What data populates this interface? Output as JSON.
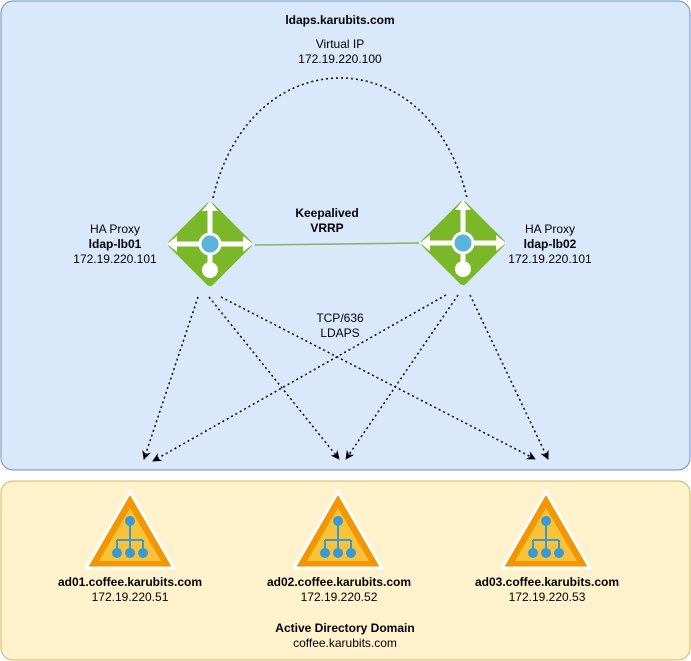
{
  "top_zone": {
    "title": "ldaps.karubits.com",
    "fill": "#dae8fc",
    "stroke": "#6c8ebf"
  },
  "virtual_ip": {
    "label": "Virtual IP",
    "ip": "172.19.220.100"
  },
  "keepalived": {
    "line1": "Keepalived",
    "line2": "VRRP",
    "link_color": "#82b366"
  },
  "ldaps_link": {
    "line1": "TCP/636",
    "line2": "LDAPS"
  },
  "proxies": [
    {
      "role": "HA Proxy",
      "name": "ldap-lb01",
      "ip": "172.19.220.101",
      "icon": "load-balancer-icon"
    },
    {
      "role": "HA Proxy",
      "name": "ldap-lb02",
      "ip": "172.19.220.101",
      "icon": "load-balancer-icon"
    }
  ],
  "bottom_zone": {
    "title": "Active Directory Domain",
    "subtitle": "coffee.karubits.com",
    "fill": "#fff2cc",
    "stroke": "#d6b656"
  },
  "domain_controllers": [
    {
      "name": "ad01.coffee.karubits.com",
      "ip": "172.19.220.51",
      "icon": "active-directory-icon"
    },
    {
      "name": "ad02.coffee.karubits.com",
      "ip": "172.19.220.52",
      "icon": "active-directory-icon"
    },
    {
      "name": "ad03.coffee.karubits.com",
      "ip": "172.19.220.53",
      "icon": "active-directory-icon"
    }
  ],
  "colors": {
    "proxy_green": "#7ab829",
    "proxy_dot": "#59b4d9",
    "ad_orange": "#f29700",
    "ad_yellow": "#f8c33b",
    "ad_node": "#3999d7"
  }
}
